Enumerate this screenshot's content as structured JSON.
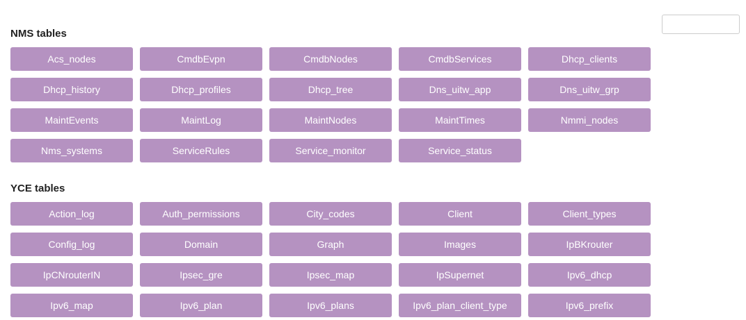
{
  "search": {
    "value": "",
    "placeholder": ""
  },
  "colors": {
    "button_bg": "#b592c1",
    "button_text": "#ffffff",
    "title_text": "#222222"
  },
  "sections": [
    {
      "title": "NMS tables",
      "items": [
        "Acs_nodes",
        "CmdbEvpn",
        "CmdbNodes",
        "CmdbServices",
        "Dhcp_clients",
        "Dhcp_history",
        "Dhcp_profiles",
        "Dhcp_tree",
        "Dns_uitw_app",
        "Dns_uitw_grp",
        "MaintEvents",
        "MaintLog",
        "MaintNodes",
        "MaintTimes",
        "Nmmi_nodes",
        "Nms_systems",
        "ServiceRules",
        "Service_monitor",
        "Service_status"
      ]
    },
    {
      "title": "YCE tables",
      "items": [
        "Action_log",
        "Auth_permissions",
        "City_codes",
        "Client",
        "Client_types",
        "Config_log",
        "Domain",
        "Graph",
        "Images",
        "IpBKrouter",
        "IpCNrouterIN",
        "Ipsec_gre",
        "Ipsec_map",
        "IpSupernet",
        "Ipv6_dhcp",
        "Ipv6_map",
        "Ipv6_plan",
        "Ipv6_plans",
        "Ipv6_plan_client_type",
        "Ipv6_prefix"
      ]
    }
  ]
}
